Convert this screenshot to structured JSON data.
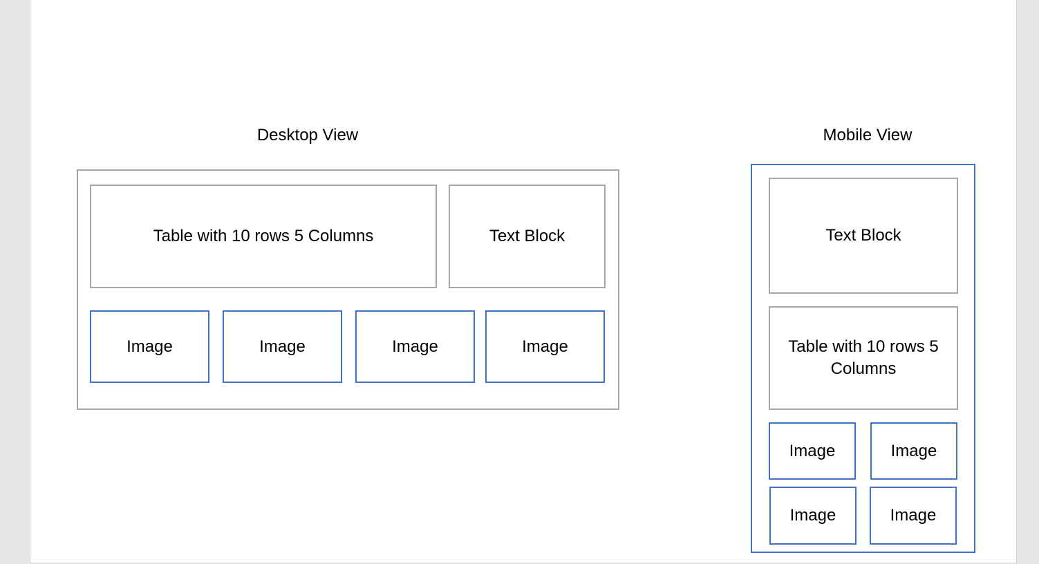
{
  "colors": {
    "gray_border": "#a6a6a6",
    "blue_border": "#4472c4",
    "page_background": "#ffffff",
    "canvas_background": "#e6e6e6"
  },
  "desktop": {
    "title": "Desktop View",
    "table_label": "Table with 10 rows 5 Columns",
    "text_block_label": "Text Block",
    "images": [
      "Image",
      "Image",
      "Image",
      "Image"
    ]
  },
  "mobile": {
    "title": "Mobile View",
    "text_block_label": "Text Block",
    "table_label": "Table with 10 rows 5 Columns",
    "images": [
      "Image",
      "Image",
      "Image",
      "Image"
    ]
  }
}
